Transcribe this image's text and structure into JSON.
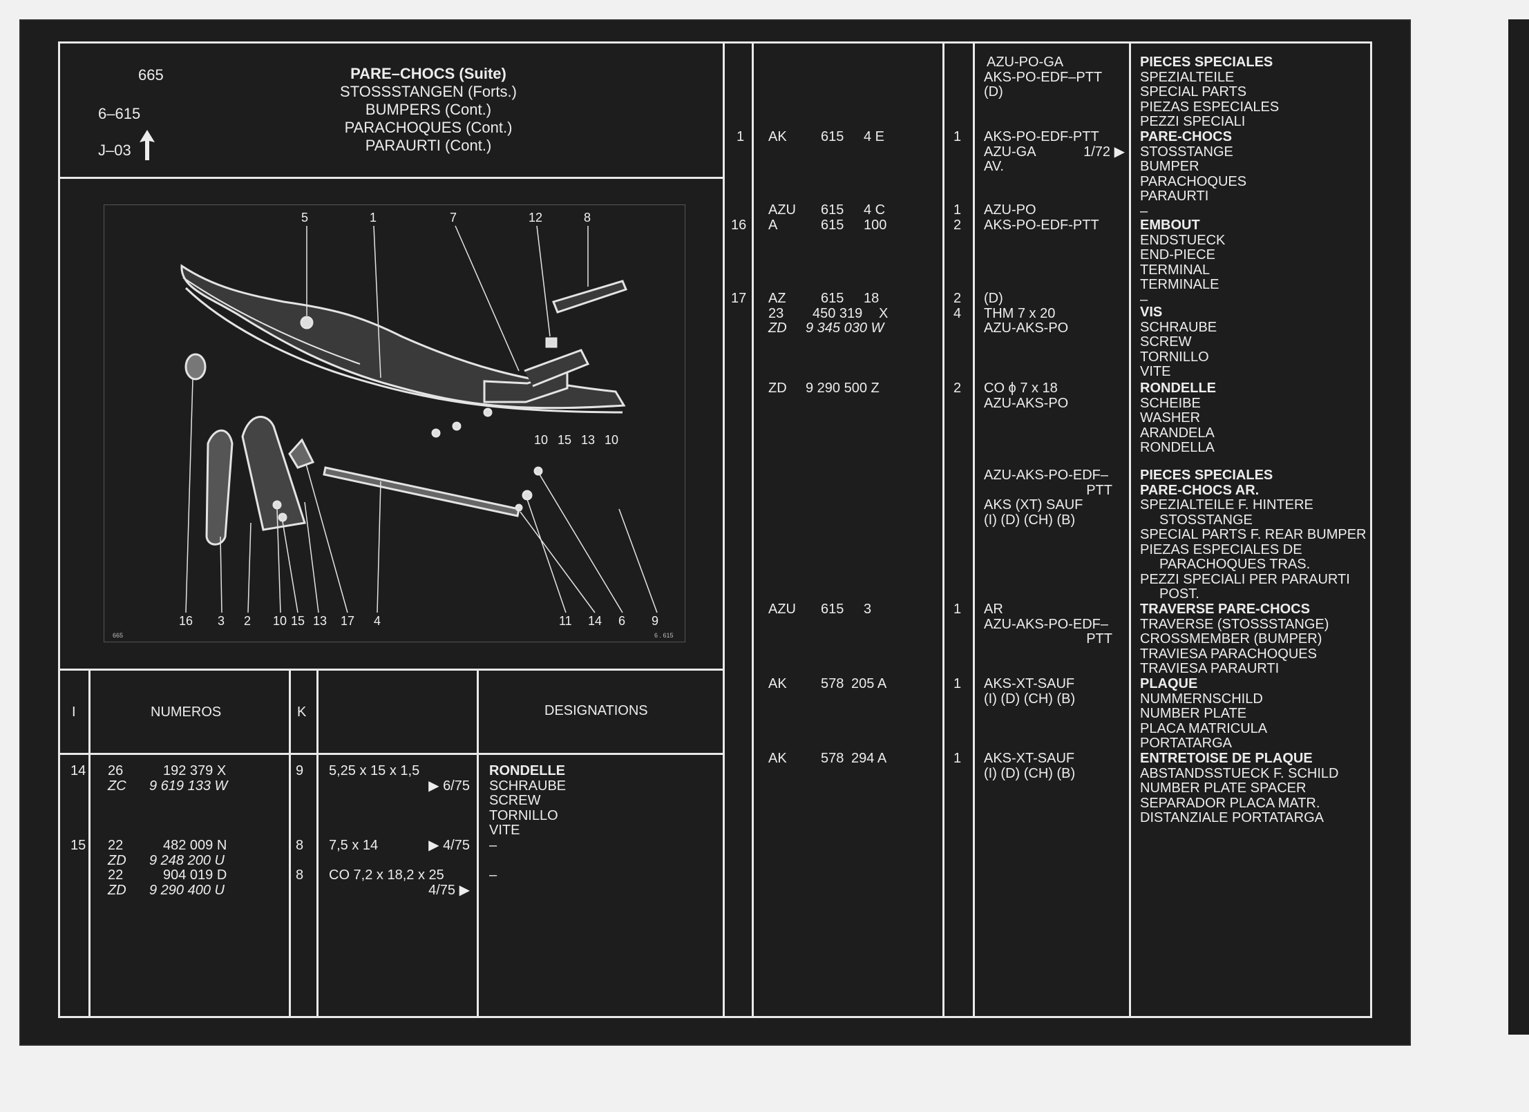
{
  "header": {
    "page_number": "665",
    "ref_line1": "6–615",
    "ref_line2": "J–03",
    "arrow": "up-arrow-icon",
    "titles": [
      "PARE–CHOCS (Suite)",
      "STOSSSTANGEN (Forts.)",
      "BUMPERS (Cont.)",
      "PARACHOQUES (Cont.)",
      "PARAURTI (Cont.)"
    ]
  },
  "diagram": {
    "callouts_top": [
      "5",
      "1",
      "7",
      "12",
      "8"
    ],
    "callouts_mid": [
      "10",
      "15",
      "13",
      "10"
    ],
    "callouts_bottom": [
      "16",
      "3",
      "2",
      "10",
      "15",
      "13",
      "17",
      "4",
      "11",
      "14",
      "6",
      "9"
    ],
    "corner_left": "665",
    "corner_right": "6 . 615"
  },
  "table": {
    "headers": {
      "index": "I",
      "numbers": "NUMEROS",
      "k": "K",
      "designations": "DESIGNATIONS"
    }
  },
  "left_rows": [
    {
      "index": "14",
      "numbers": [
        [
          "26",
          "192 379 X"
        ],
        [
          "ZC",
          "9 619 133 W"
        ]
      ],
      "k": "9",
      "spec": "5,25 x 15 x 1,5",
      "spec_note": "▶ 6/75",
      "designation_title": "RONDELLE",
      "designation_lines": [
        "SCHRAUBE",
        "SCREW",
        "TORNILLO",
        "VITE"
      ]
    },
    {
      "index": "15",
      "numbers": [
        [
          "22",
          "482 009 N"
        ],
        [
          "ZD",
          "9 248 200 U"
        ]
      ],
      "k": "8",
      "spec": "7,5 x 14",
      "spec_note": "▶ 4/75",
      "designation_title": "–"
    },
    {
      "numbers": [
        [
          "22",
          "904 019 D"
        ],
        [
          "ZD",
          "9 290 400 U"
        ]
      ],
      "k": "8",
      "spec": "CO 7,2 x 18,2 x 25",
      "spec_note": "4/75 ▶",
      "designation_title": "–"
    }
  ],
  "right_entries": [
    {
      "app": [
        "AZU-PO-GA",
        "AKS-PO-EDF–PTT",
        "(D)"
      ],
      "des_title": "PIECES SPECIALES",
      "des_lines": [
        "SPEZIALTEILE",
        "SPECIAL PARTS",
        "PIEZAS ESPECIALES",
        "PEZZI SPECIALI"
      ]
    },
    {
      "index": "1",
      "prefix": "AK",
      "num1": "615",
      "num2": "4 E",
      "qty": "1",
      "app": [
        "AKS-PO-EDF-PTT",
        "AZU-GA",
        "AV."
      ],
      "app_note": "1/72 ▶",
      "des_title": "PARE-CHOCS",
      "des_lines": [
        "STOSSTANGE",
        "BUMPER",
        "PARACHOQUES",
        "PARAURTI",
        "–"
      ]
    },
    {
      "index": "16",
      "lines": [
        [
          "AZU",
          "615",
          "4 C",
          "1",
          "AZU-PO"
        ],
        [
          "A",
          "615",
          "100",
          "2",
          "AKS-PO-EDF-PTT"
        ]
      ],
      "des_title": "EMBOUT",
      "des_lines": [
        "ENDSTUECK",
        "END-PIECE",
        "TERMINAL",
        "TERMINALE",
        "–"
      ]
    },
    {
      "index": "17",
      "lines": [
        [
          "AZ",
          "615",
          "18",
          "2",
          "(D)"
        ],
        [
          "23",
          "450 319",
          "X",
          "4",
          "THM 7 x 20"
        ],
        [
          "ZD",
          "9 345 030 W",
          "",
          "",
          "AZU-AKS-PO"
        ]
      ],
      "des_title": "VIS",
      "des_lines": [
        "SCHRAUBE",
        "SCREW",
        "TORNILLO",
        "VITE"
      ]
    },
    {
      "lines": [
        [
          "ZD",
          "9 290 500 Z",
          "",
          "2",
          "CO ϕ 7 x 18"
        ],
        [
          "",
          "",
          "",
          "",
          "AZU-AKS-PO"
        ]
      ],
      "des_title": "RONDELLE",
      "des_lines": [
        "SCHEIBE",
        "WASHER",
        "ARANDELA",
        "RONDELLA"
      ]
    },
    {
      "app": [
        "AZU-AKS-PO-EDF–",
        "PTT",
        "AKS (XT) SAUF",
        "(I) (D) (CH) (B)"
      ],
      "des_title": "PIECES SPECIALES",
      "des_lines": [
        "PARE-CHOCS AR.",
        "SPEZIALTEILE F. HINTERE",
        "STOSSTANGE",
        "SPECIAL PARTS F. REAR BUMPER",
        "PIEZAS ESPECIALES DE",
        "PARACHOQUES TRAS.",
        "PEZZI SPECIALI PER PARAURTI",
        "POST."
      ]
    },
    {
      "prefix": "AZU",
      "num1": "615",
      "num2": "3",
      "qty": "1",
      "app": [
        "AR",
        "AZU-AKS-PO-EDF–",
        "PTT"
      ],
      "des_title": "TRAVERSE PARE-CHOCS",
      "des_lines": [
        "TRAVERSE (STOSSSTANGE)",
        "CROSSMEMBER (BUMPER)",
        "TRAVIESA PARACHOQUES",
        "TRAVIESA PARAURTI"
      ]
    },
    {
      "prefix": "AK",
      "num1": "578",
      "num2": "205 A",
      "qty": "1",
      "app": [
        "AKS-XT-SAUF",
        "(I) (D) (CH) (B)"
      ],
      "des_title": "PLAQUE",
      "des_lines": [
        "NUMMERNSCHILD",
        "NUMBER PLATE",
        "PLACA MATRICULA",
        "PORTATARGA"
      ]
    },
    {
      "prefix": "AK",
      "num1": "578",
      "num2": "294 A",
      "qty": "1",
      "app": [
        "AKS-XT-SAUF",
        "(I) (D) (CH) (B)"
      ],
      "des_title": "ENTRETOISE DE PLAQUE",
      "des_lines": [
        "ABSTANDSSTUECK F. SCHILD",
        "NUMBER PLATE SPACER",
        "SEPARADOR PLACA MATR.",
        "DISTANZIALE PORTATARGA"
      ]
    }
  ]
}
